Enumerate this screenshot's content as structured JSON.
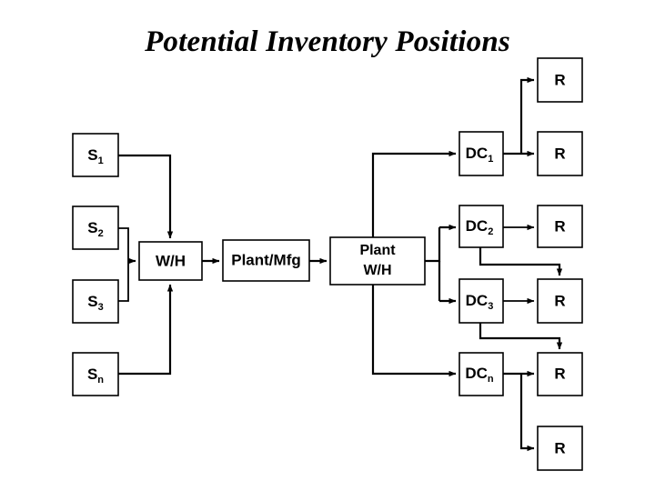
{
  "page": {
    "title": "Potential Inventory Positions",
    "background_color": "#ffffff",
    "line_color": "#000000",
    "box_fill_color": "#ffffff"
  },
  "nodes": {
    "suppliers": [
      {
        "id": "s1",
        "base": "S",
        "subscript": "1",
        "label": "S1"
      },
      {
        "id": "s2",
        "base": "S",
        "subscript": "2",
        "label": "S2"
      },
      {
        "id": "s3",
        "base": "S",
        "subscript": "3",
        "label": "S3"
      },
      {
        "id": "sn",
        "base": "S",
        "subscript": "n",
        "label": "Sn"
      }
    ],
    "warehouse": {
      "id": "wh",
      "label": "W/H"
    },
    "plant_mfg": {
      "id": "plant_mfg",
      "label": "Plant/Mfg"
    },
    "plant_wh": {
      "id": "plant_wh",
      "line1": "Plant",
      "line2": "W/H",
      "label": "Plant W/H"
    },
    "distribution_centers": [
      {
        "id": "dc1",
        "base": "DC",
        "subscript": "1",
        "label": "DC1"
      },
      {
        "id": "dc2",
        "base": "DC",
        "subscript": "2",
        "label": "DC2"
      },
      {
        "id": "dc3",
        "base": "DC",
        "subscript": "3",
        "label": "DC3"
      },
      {
        "id": "dcn",
        "base": "DC",
        "subscript": "n",
        "label": "DCn"
      }
    ],
    "retailers": [
      {
        "id": "r_top",
        "label": "R"
      },
      {
        "id": "r1",
        "label": "R"
      },
      {
        "id": "r2",
        "label": "R"
      },
      {
        "id": "r3",
        "label": "R"
      },
      {
        "id": "r4",
        "label": "R"
      },
      {
        "id": "r_bottom",
        "label": "R"
      }
    ]
  },
  "flows": [
    {
      "from": "s1",
      "to": "wh"
    },
    {
      "from": "s2",
      "to": "wh"
    },
    {
      "from": "s3",
      "to": "wh"
    },
    {
      "from": "sn",
      "to": "wh"
    },
    {
      "from": "wh",
      "to": "plant_mfg"
    },
    {
      "from": "plant_mfg",
      "to": "plant_wh"
    },
    {
      "from": "plant_wh",
      "to": "dc1"
    },
    {
      "from": "plant_wh",
      "to": "dc2"
    },
    {
      "from": "plant_wh",
      "to": "dc3"
    },
    {
      "from": "plant_wh",
      "to": "dcn"
    },
    {
      "from": "dc1",
      "to": "r1"
    },
    {
      "from": "dc1",
      "to": "r_top"
    },
    {
      "from": "dc2",
      "to": "r2"
    },
    {
      "from": "dc2",
      "to": "r3"
    },
    {
      "from": "dc3",
      "to": "r3"
    },
    {
      "from": "dc3",
      "to": "r4"
    },
    {
      "from": "dcn",
      "to": "r4"
    },
    {
      "from": "dcn",
      "to": "r_bottom"
    }
  ]
}
